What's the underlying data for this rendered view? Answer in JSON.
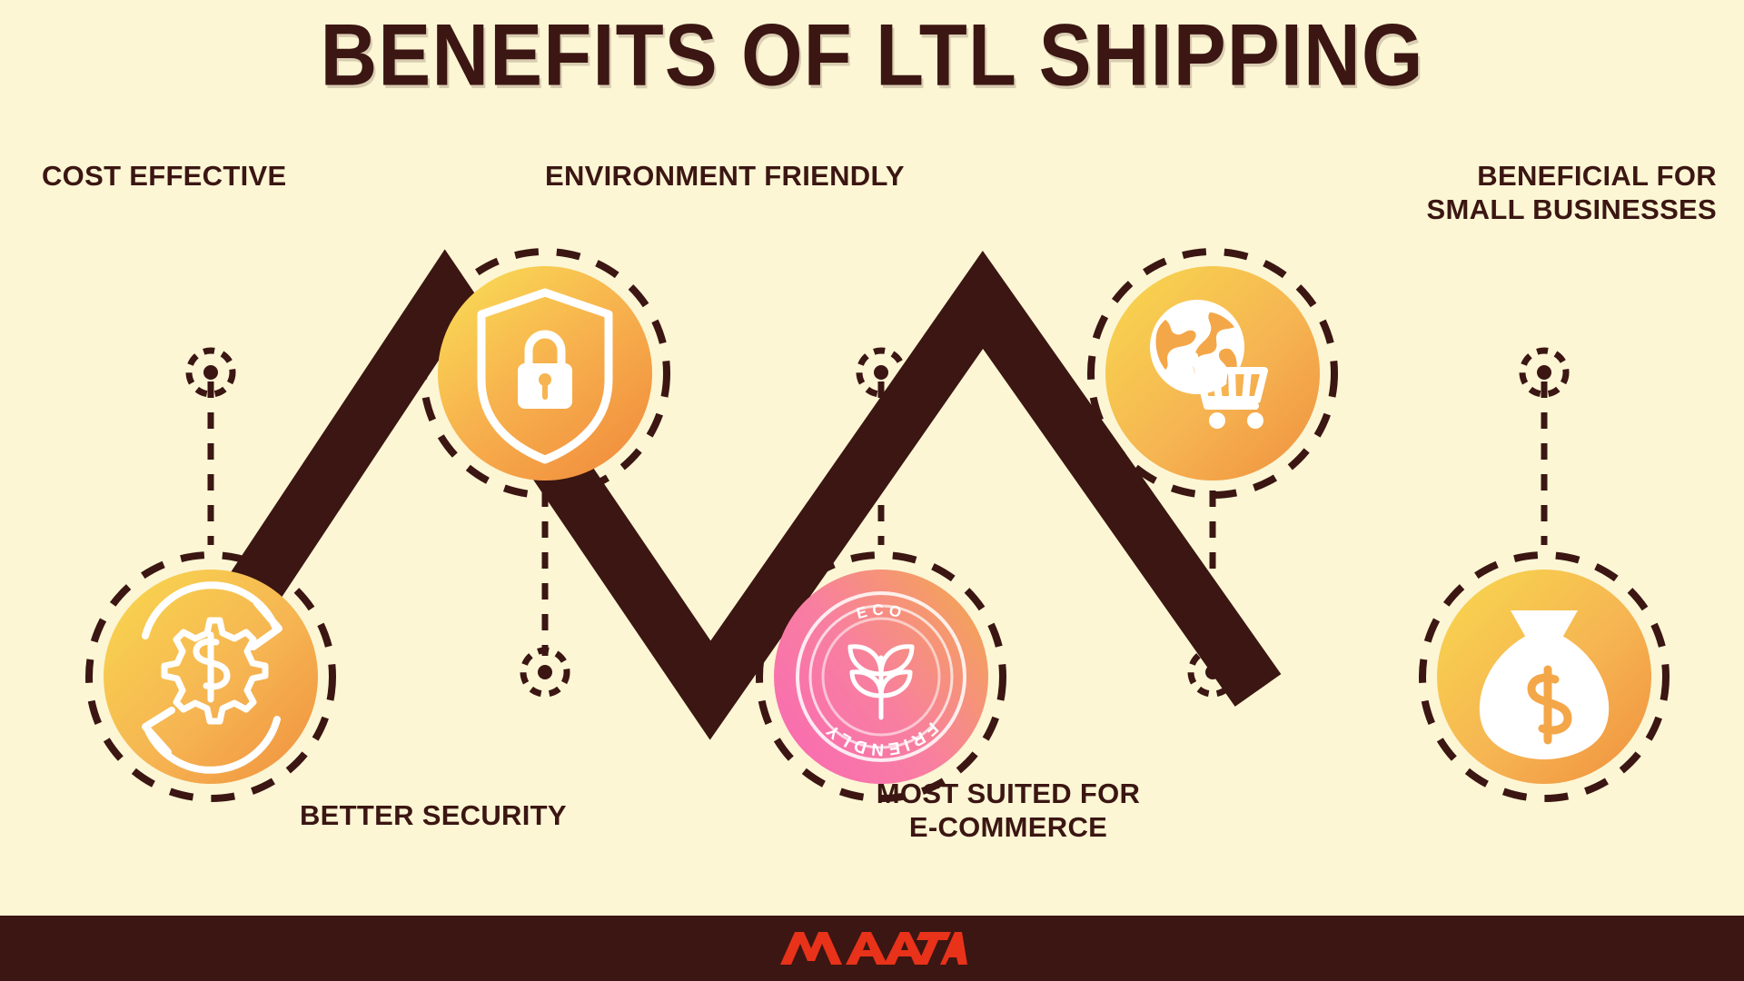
{
  "header": {
    "title": "BENEFITS OF LTL SHIPPING"
  },
  "theme": {
    "background": "#FCF6D5",
    "dark_brown": "#3B1612",
    "orange_start": "#F7D34F",
    "orange_end": "#F2913C",
    "pink_start": "#F96FB4",
    "pink_end": "#F2A04C",
    "icon_white": "#FFFFFF",
    "logo_red": "#E8321A"
  },
  "benefits": [
    {
      "id": "cost-effective",
      "label": "COST EFFECTIVE",
      "icon": "money-gear-cycle-icon",
      "position": "bottom",
      "label_position": "top-left"
    },
    {
      "id": "better-security",
      "label": "BETTER SECURITY",
      "icon": "shield-lock-icon",
      "position": "top",
      "label_position": "bottom-left"
    },
    {
      "id": "environment-friendly",
      "label": "ENVIRONMENT FRIENDLY",
      "icon": "eco-friendly-badge-icon",
      "position": "bottom",
      "label_position": "top-center"
    },
    {
      "id": "most-suited-ecommerce",
      "label_line1": "MOST SUITED FOR",
      "label_line2": "E-COMMERCE",
      "icon": "globe-shopping-cart-icon",
      "position": "top",
      "label_position": "bottom-center"
    },
    {
      "id": "beneficial-small-businesses",
      "label_line1": "BENEFICIAL FOR",
      "label_line2": "SMALL BUSINESSES",
      "icon": "money-bag-icon",
      "position": "bottom",
      "label_position": "top-right"
    }
  ],
  "eco_badge": {
    "top_text": "ECO",
    "bottom_text": "FRIENDLY",
    "glyph": "leaf-plant-icon"
  },
  "footer": {
    "logo_text": "MAATA",
    "logo_name": "maata-logo"
  }
}
